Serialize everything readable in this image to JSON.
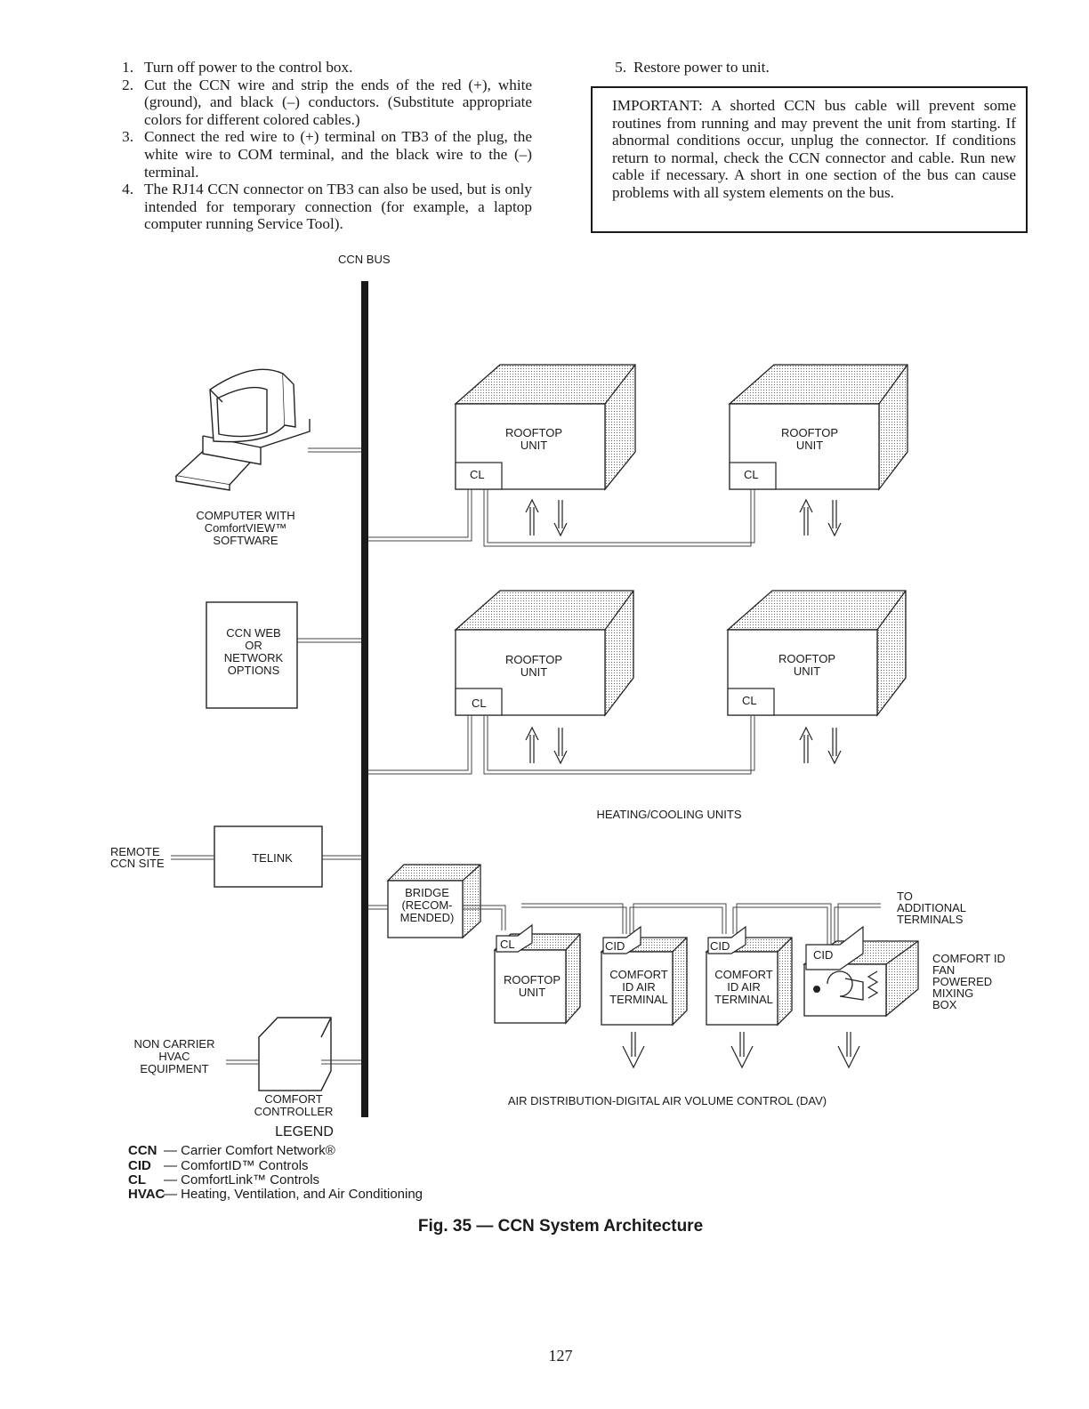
{
  "steps": [
    {
      "num": "1.",
      "text": "Turn off power to the control box."
    },
    {
      "num": "2.",
      "text": "Cut the CCN wire and strip the ends of the red (+), white (ground), and black (–) conductors. (Substitute appropriate colors for different colored cables.)"
    },
    {
      "num": "3.",
      "text": "Connect the red wire to (+) terminal on TB3 of the plug, the white wire to COM terminal, and the black wire to the (–) terminal."
    },
    {
      "num": "4.",
      "text": "The RJ14 CCN connector on TB3 can also be used, but is only intended for temporary connection (for example, a laptop computer running Service Tool)."
    }
  ],
  "restore": {
    "num": "5.",
    "text": "Restore power to unit."
  },
  "important": "IMPORTANT: A shorted CCN bus cable will prevent some routines from running and may prevent the unit from starting. If abnormal conditions occur, unplug the connector. If conditions return to normal, check the CCN connector and cable. Run new cable if necessary. A short in one section of the bus can cause problems with all system elements on the bus.",
  "diagram": {
    "bus_label": "CCN BUS",
    "computer_label": [
      "COMPUTER WITH",
      "ComfortVIEW™",
      "SOFTWARE"
    ],
    "web_label": [
      "CCN WEB",
      "OR",
      "NETWORK",
      "OPTIONS"
    ],
    "remote_label": [
      "REMOTE",
      "CCN SITE"
    ],
    "telink_label": "TELINK",
    "noncarrier_label": [
      "NON CARRIER",
      "HVAC",
      "EQUIPMENT"
    ],
    "comfort_controller_label": [
      "COMFORT",
      "CONTROLLER"
    ],
    "rooftop_label": [
      "ROOFTOP",
      "UNIT"
    ],
    "cl_label": "CL",
    "cid_label": "CID",
    "heating_cooling_label": "HEATING/COOLING UNITS",
    "bridge_label": [
      "BRIDGE",
      "(RECOM-",
      "MENDED)"
    ],
    "to_terminals_label": [
      "TO",
      "ADDITIONAL",
      "TERMINALS"
    ],
    "terminal_label": [
      "COMFORT",
      "ID AIR",
      "TERMINAL"
    ],
    "fan_box_label": [
      "COMFORT ID",
      "FAN",
      "POWERED",
      "MIXING",
      "BOX"
    ],
    "air_distribution_label": "AIR DISTRIBUTION-DIGITAL AIR VOLUME CONTROL (DAV)"
  },
  "legend": {
    "title": "LEGEND",
    "items": [
      {
        "abbr": "CCN",
        "def": "— Carrier Comfort Network®"
      },
      {
        "abbr": "CID",
        "def": "— ComfortID™ Controls"
      },
      {
        "abbr": "CL",
        "def": "— ComfortLink™ Controls"
      },
      {
        "abbr": "HVAC",
        "def": "— Heating, Ventilation, and Air Conditioning"
      }
    ]
  },
  "caption": "Fig. 35 — CCN System Architecture",
  "page_number": "127"
}
